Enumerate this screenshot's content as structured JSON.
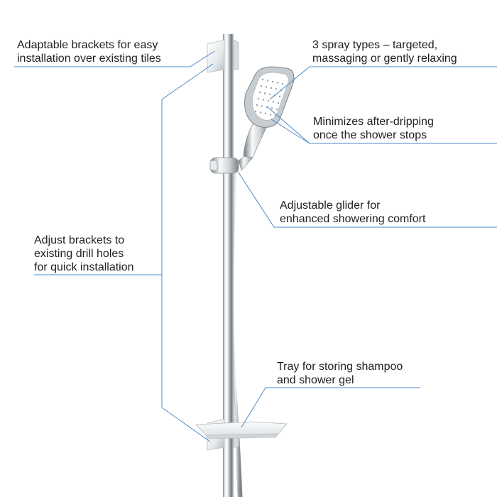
{
  "colors": {
    "callout_line": "#4a8bc9",
    "text": "#1f1f1f",
    "chrome_dark": "#8a9095",
    "chrome_light": "#f4f6f7"
  },
  "callouts": {
    "brackets_easy": {
      "line1": "Adaptable brackets for easy",
      "line2": "installation over existing tiles"
    },
    "spray_types": {
      "line1": "3 spray types – targeted,",
      "line2": "massaging or gently relaxing"
    },
    "after_dripping": {
      "line1": "Minimizes after-dripping",
      "line2": "once the shower stops"
    },
    "glider": {
      "line1": "Adjustable glider for",
      "line2": "enhanced showering comfort"
    },
    "drill_holes": {
      "line1": "Adjust brackets to",
      "line2": "existing drill holes",
      "line3": "for quick installation"
    },
    "tray": {
      "line1": "Tray for storing shampoo",
      "line2": "and shower gel"
    }
  }
}
